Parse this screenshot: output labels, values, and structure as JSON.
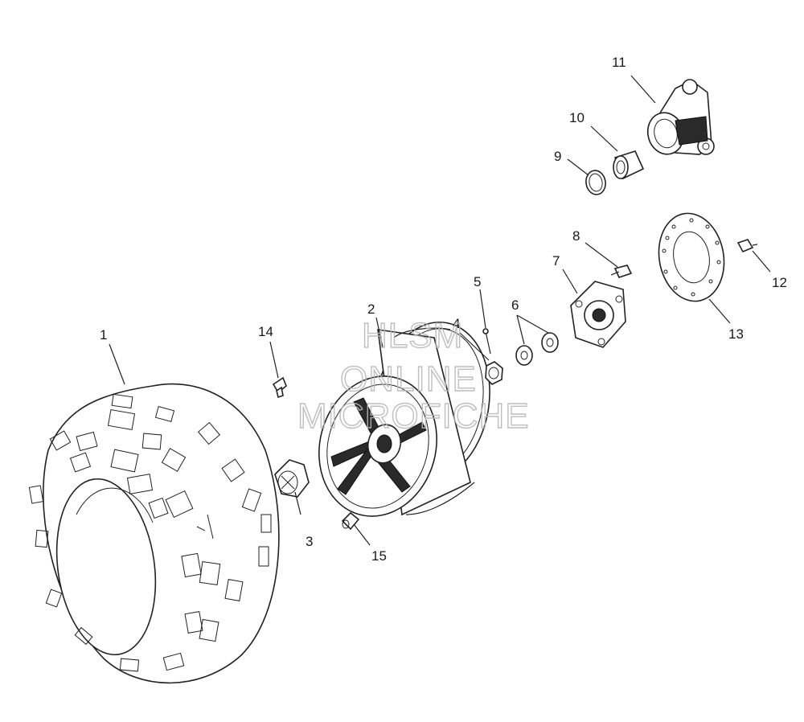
{
  "diagram": {
    "callouts": [
      {
        "id": "1",
        "label": "1"
      },
      {
        "id": "2",
        "label": "2"
      },
      {
        "id": "3",
        "label": "3"
      },
      {
        "id": "4",
        "label": "4"
      },
      {
        "id": "5",
        "label": "5"
      },
      {
        "id": "6",
        "label": "6"
      },
      {
        "id": "7",
        "label": "7"
      },
      {
        "id": "8",
        "label": "8"
      },
      {
        "id": "9",
        "label": "9"
      },
      {
        "id": "10",
        "label": "10"
      },
      {
        "id": "11",
        "label": "11"
      },
      {
        "id": "12",
        "label": "12"
      },
      {
        "id": "13",
        "label": "13"
      },
      {
        "id": "14",
        "label": "14"
      },
      {
        "id": "15",
        "label": "15"
      }
    ]
  },
  "watermark": {
    "line1": "HLSM",
    "line2": "ONLINE",
    "line3": "MICROFICHE"
  }
}
